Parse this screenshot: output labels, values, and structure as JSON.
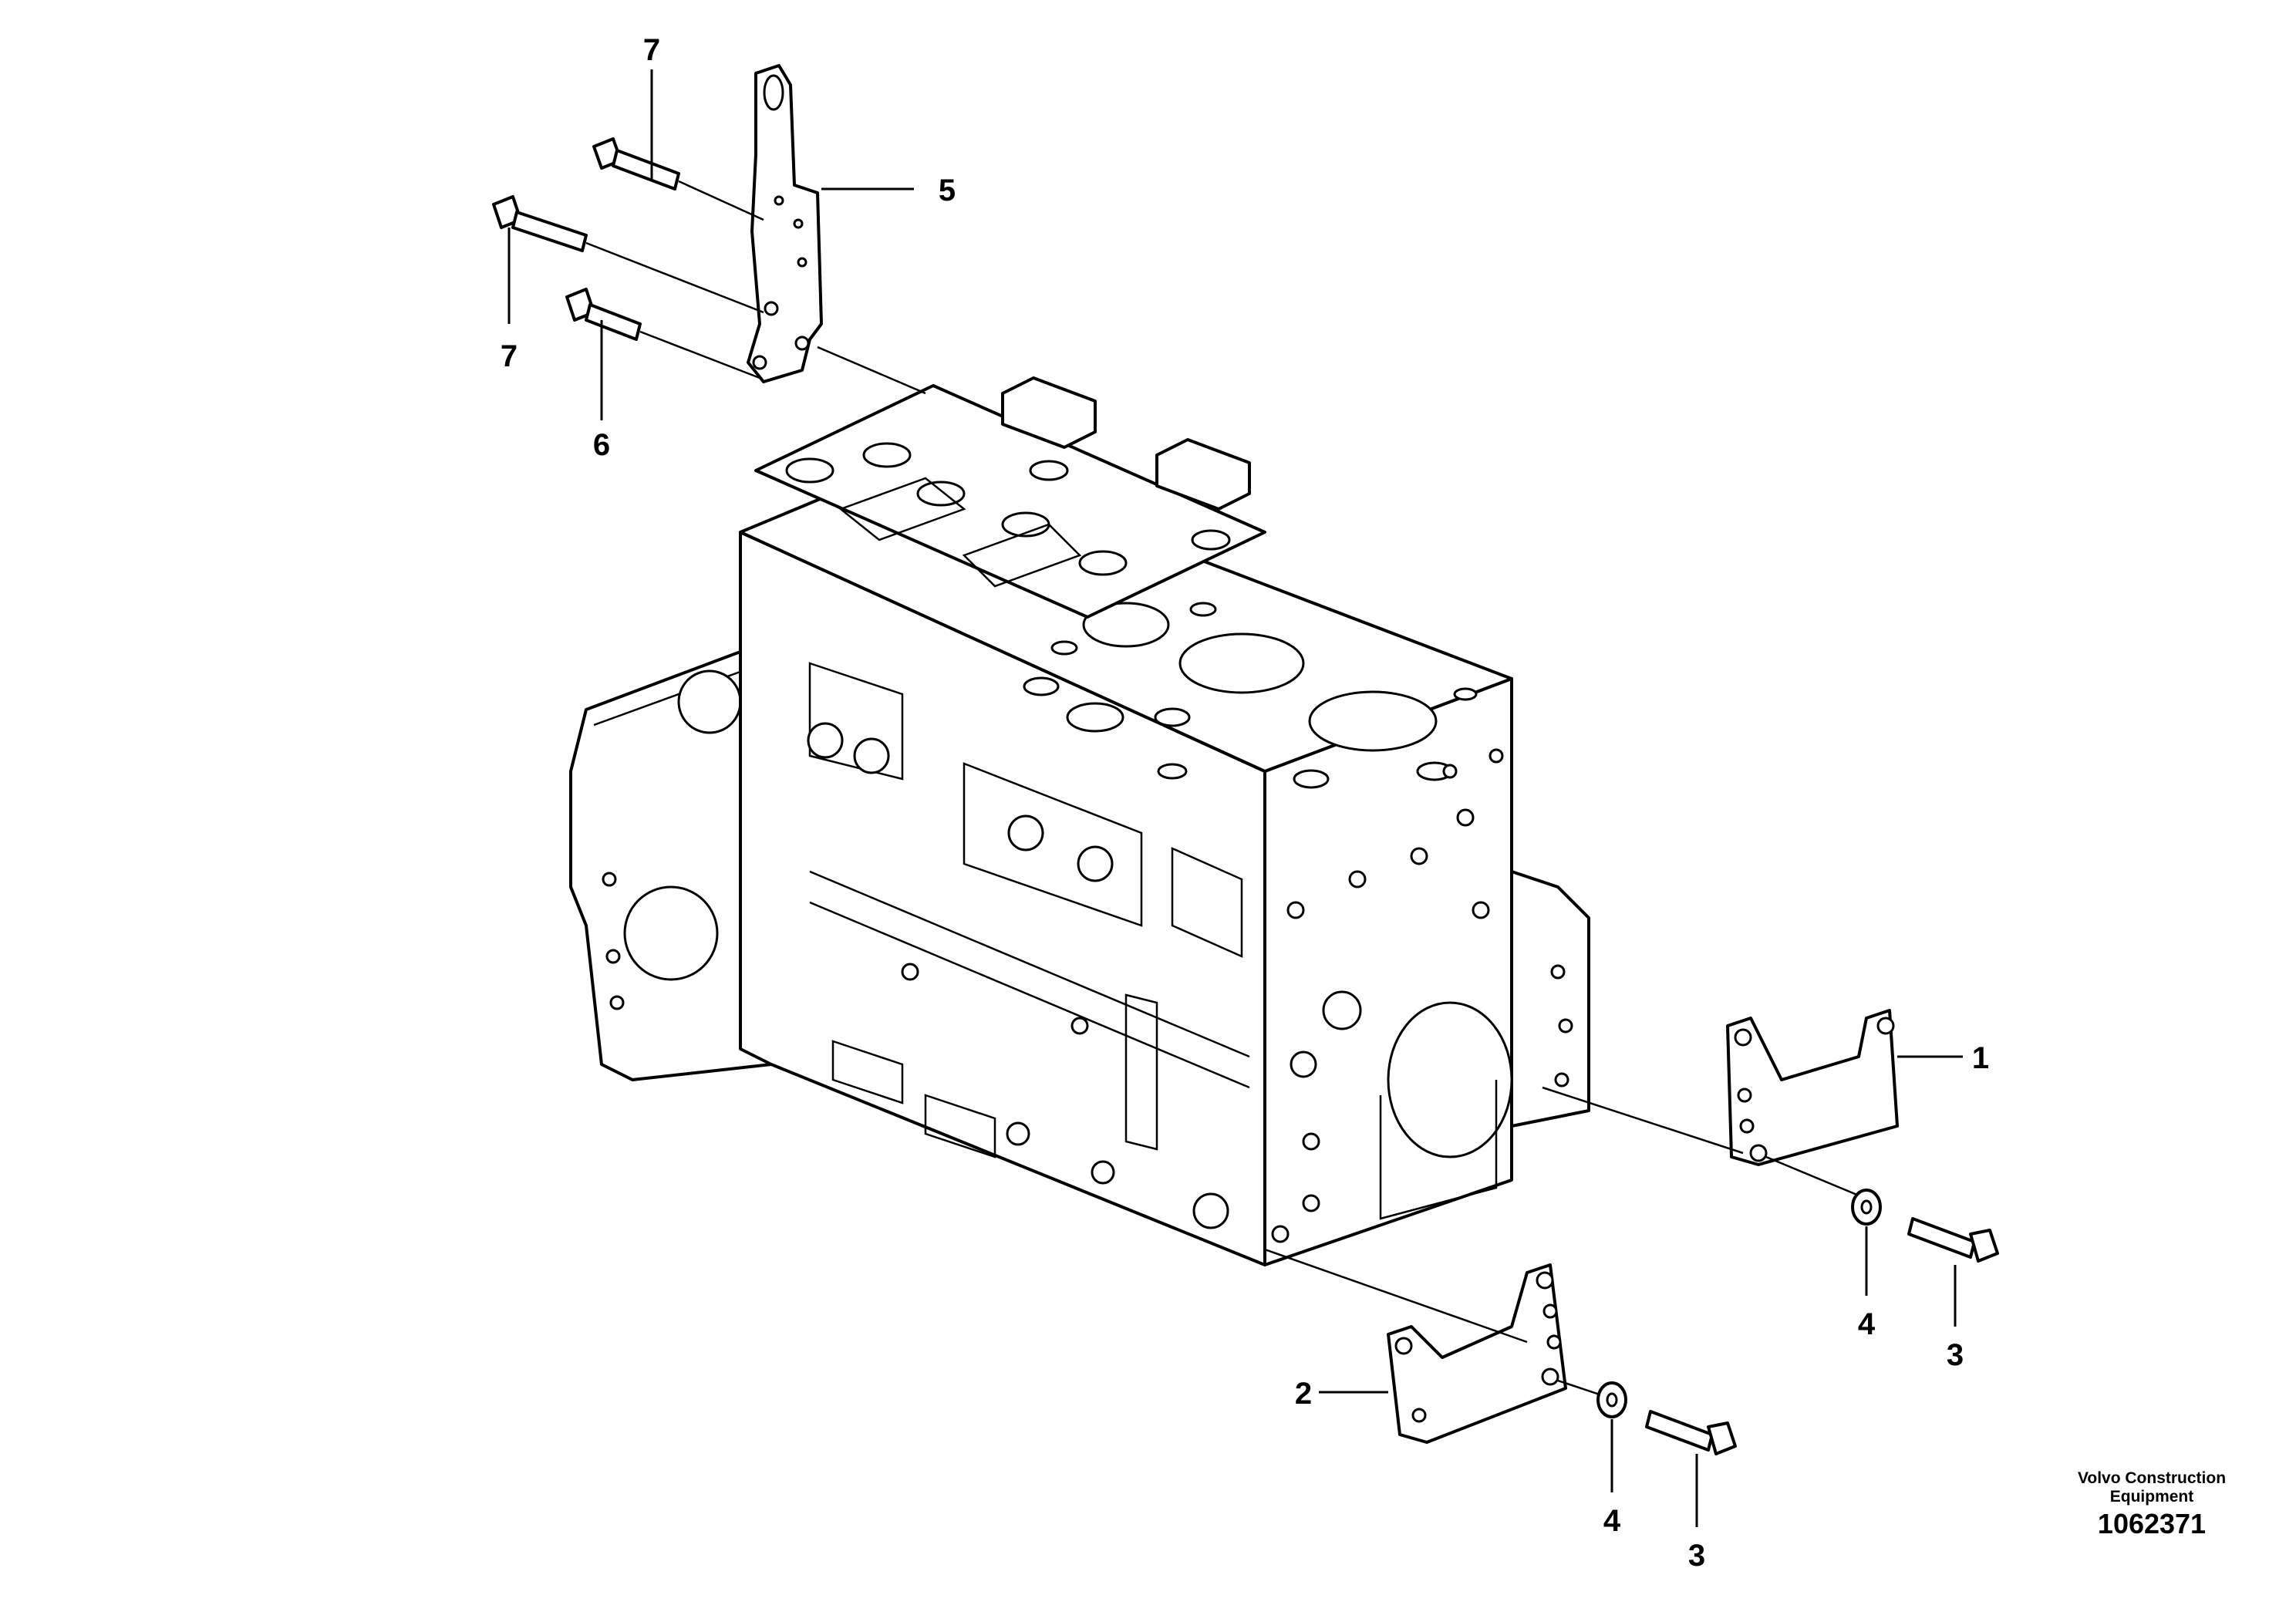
{
  "diagram": {
    "callouts": [
      {
        "id": "c7a",
        "text": "7"
      },
      {
        "id": "c5",
        "text": "5"
      },
      {
        "id": "c7b",
        "text": "7"
      },
      {
        "id": "c6",
        "text": "6"
      },
      {
        "id": "c1",
        "text": "1"
      },
      {
        "id": "c4a",
        "text": "4"
      },
      {
        "id": "c3a",
        "text": "3"
      },
      {
        "id": "c2",
        "text": "2"
      },
      {
        "id": "c4b",
        "text": "4"
      },
      {
        "id": "c3b",
        "text": "3"
      }
    ]
  },
  "footer": {
    "brand": "Volvo Construction Equipment",
    "illustration_number": "1062371"
  }
}
